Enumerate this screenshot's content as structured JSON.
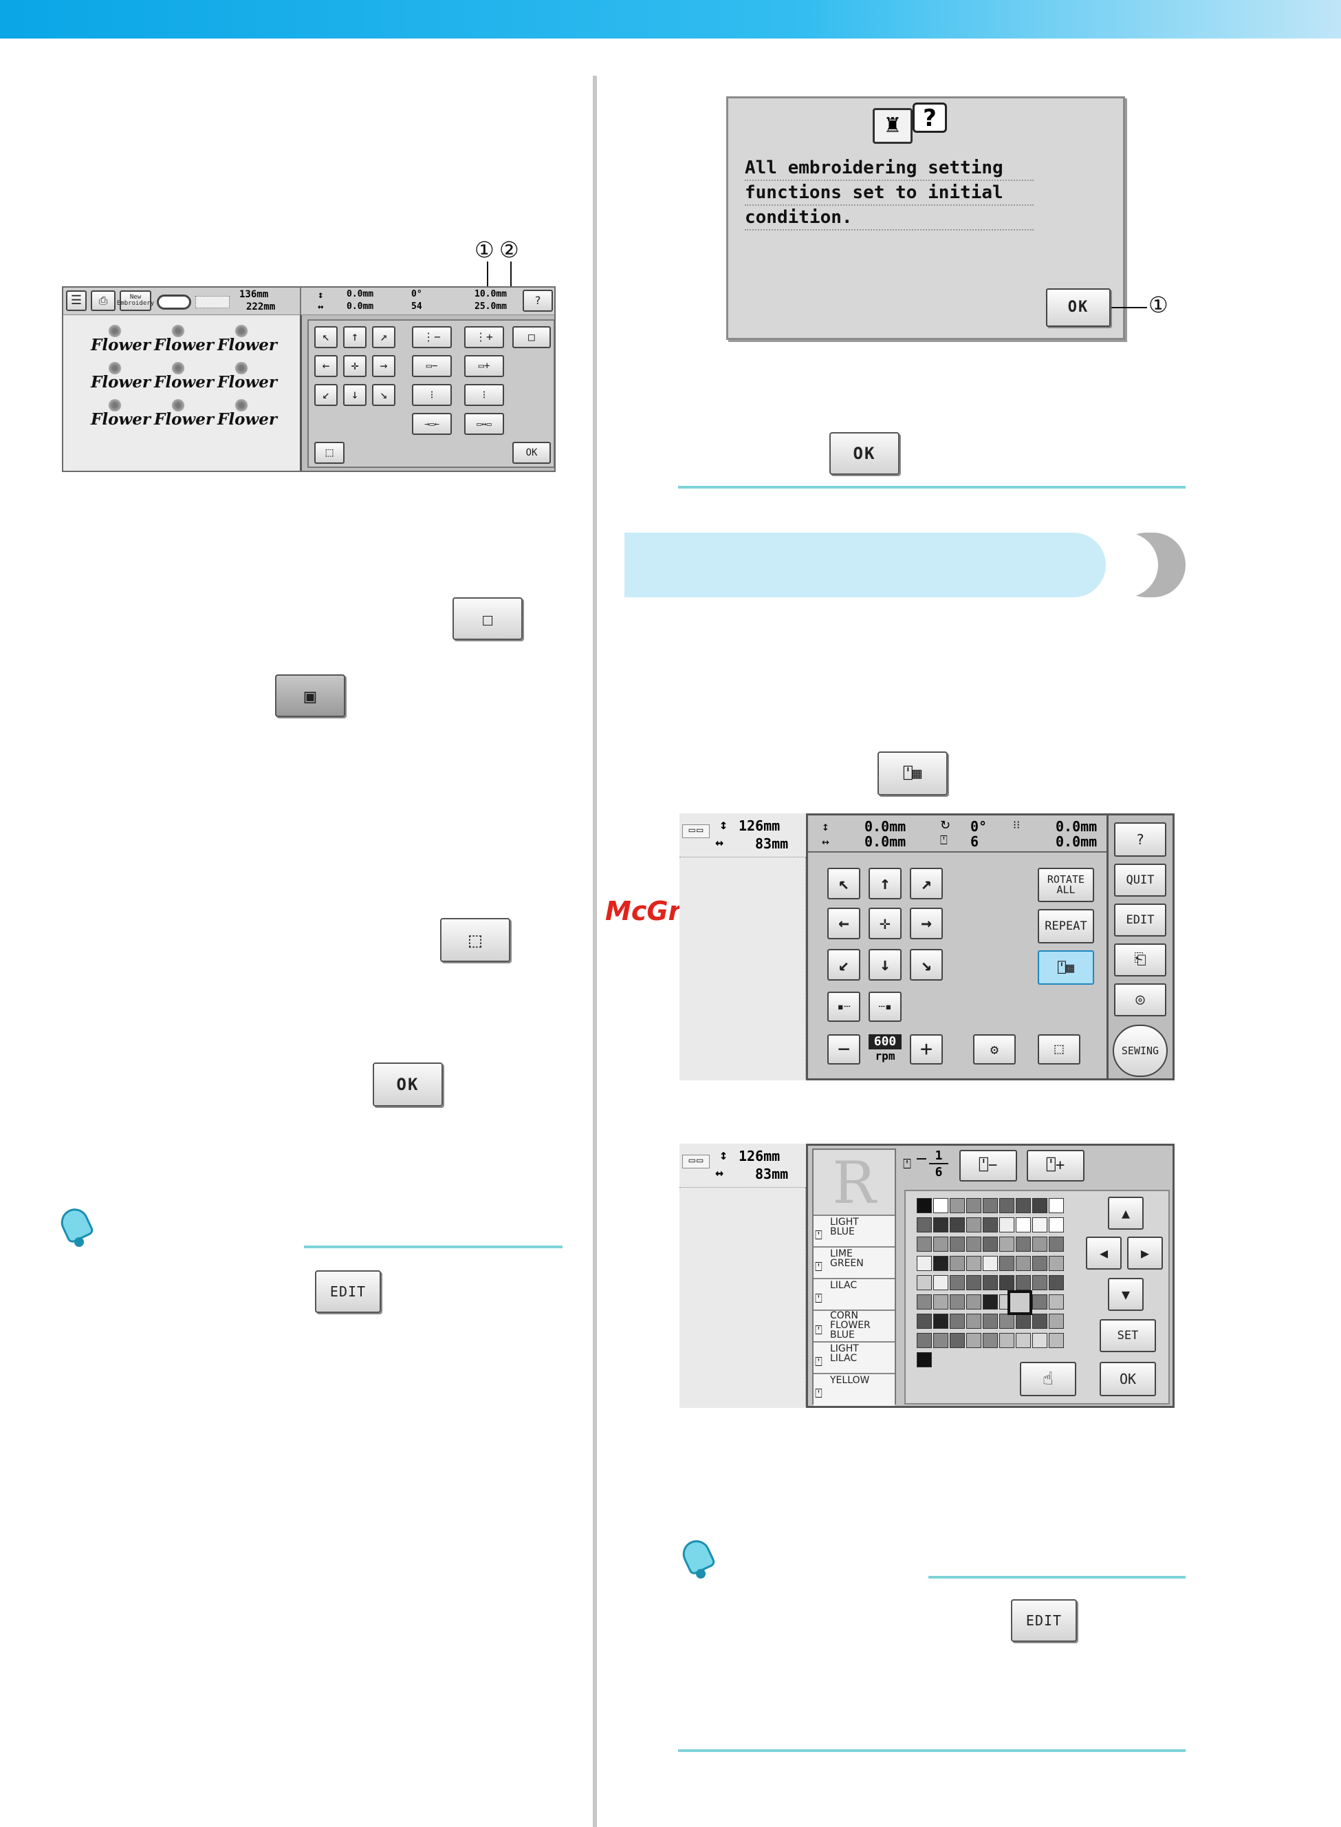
{
  "watermark": "McGrp.Ru",
  "callouts": {
    "one": "①",
    "two": "②"
  },
  "ls": {
    "header": {
      "new_embroidery": "New Embroidery",
      "height": "136mm",
      "width": "222mm",
      "dy": "0.0mm",
      "dx": "0.0mm",
      "angle": "0°",
      "stitch": "54",
      "v1": "10.0mm",
      "v2": "25.0mm"
    },
    "flower_word": "Flower",
    "ok": "OK"
  },
  "buttons": {
    "ok": "OK",
    "edit": "EDIT"
  },
  "dialog": {
    "lines": [
      "All embroidering setting",
      "functions set to initial",
      "condition."
    ],
    "ok": "OK"
  },
  "embroidery_screen": {
    "height": "126mm",
    "width": "83mm",
    "dy": "0.0mm",
    "dx": "0.0mm",
    "angle": "0°",
    "count": "6",
    "s1": "0.0mm",
    "s2": "0.0mm",
    "rotate_all": [
      "ROTATE",
      "ALL"
    ],
    "repeat": "REPEAT",
    "speed": "600",
    "speed_unit": "rpm",
    "side": {
      "quit": "QUIT",
      "edit": "EDIT",
      "sewing": "SEWING"
    }
  },
  "color_screen": {
    "height": "126mm",
    "width": "83mm",
    "letter": "R",
    "counter_top": "1",
    "counter_bottom": "6",
    "colors": [
      [
        "LIGHT",
        "BLUE"
      ],
      [
        "LIME",
        "GREEN"
      ],
      [
        "LILAC"
      ],
      [
        "CORN",
        "FLOWER",
        "BLUE"
      ],
      [
        "LIGHT",
        "LILAC"
      ],
      [
        "YELLOW"
      ]
    ],
    "set": "SET",
    "ok": "OK"
  }
}
